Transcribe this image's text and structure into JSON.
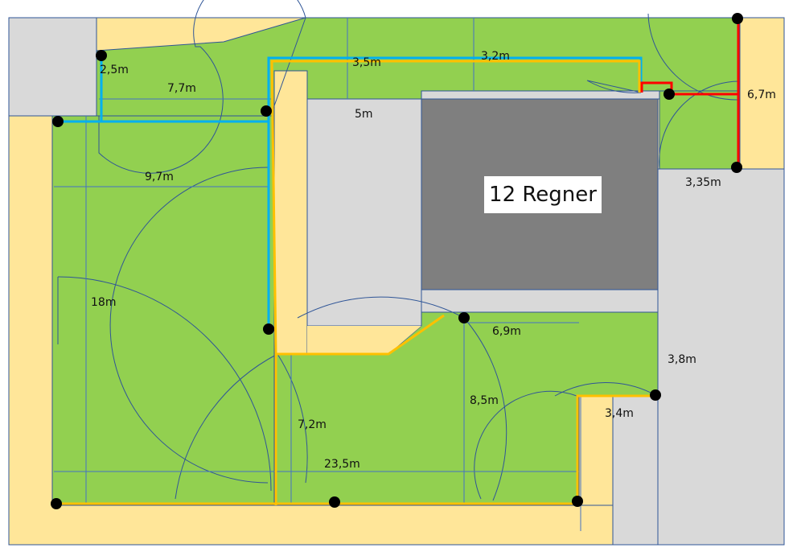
{
  "title": "12 Regner",
  "dimensions": [
    "2,5m",
    "7,7m",
    "3,5m",
    "3,2m",
    "5m",
    "9,7m",
    "18m",
    "6,9m",
    "8,5m",
    "7,2m",
    "23,5m",
    "3,8m",
    "3,4m",
    "6,7m",
    "3,35m"
  ],
  "legend_colors": {
    "lawn": "#92d050",
    "path": "#ffe699",
    "paved": "#d9d9d9",
    "house": "#7f7f7f",
    "line_blue": "#00b0f0",
    "line_yellow": "#ffc000",
    "line_red": "#ff0000"
  }
}
